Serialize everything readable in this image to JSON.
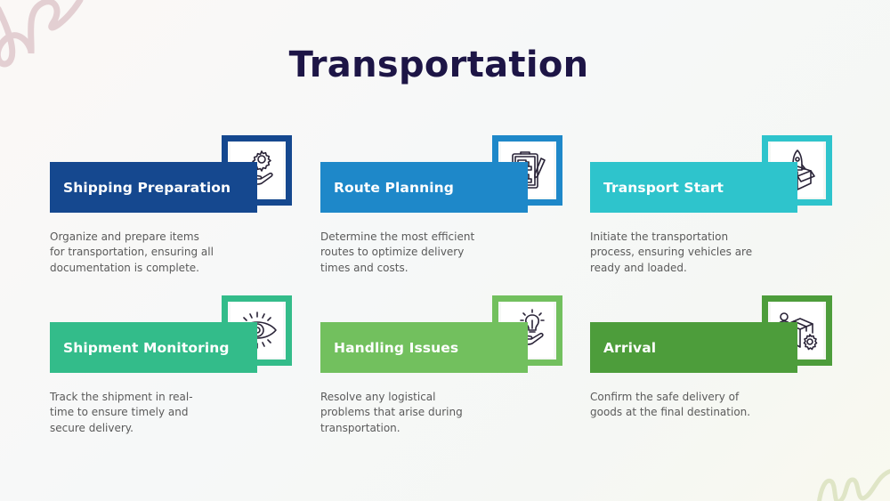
{
  "title": "Transportation",
  "colors": {
    "title": "#1d1546",
    "description_text": "#5a5a5a",
    "deco_top_left": "#e3cfd2",
    "deco_bottom_right": "#dfe5c6"
  },
  "steps": [
    {
      "title": "Shipping Preparation",
      "description": "Organize and prepare items for transportation, ensuring all documentation is complete.",
      "icon": "hand-gear-icon",
      "color": "#15488f"
    },
    {
      "title": "Route Planning",
      "description": "Determine the most efficient routes to optimize delivery times and costs.",
      "icon": "clipboard-flowchart-icon",
      "color": "#1e88c9"
    },
    {
      "title": "Transport Start",
      "description": "Initiate the transportation process, ensuring vehicles are ready and loaded.",
      "icon": "rocket-box-icon",
      "color": "#2ec4cc"
    },
    {
      "title": "Shipment Monitoring",
      "description": "Track the shipment in real-time to ensure timely and secure delivery.",
      "icon": "eye-icon",
      "color": "#33bc8a"
    },
    {
      "title": "Handling Issues",
      "description": "Resolve any logistical problems that arise during transportation.",
      "icon": "hand-lightbulb-icon",
      "color": "#72c05e"
    },
    {
      "title": "Arrival",
      "description": "Confirm the safe delivery of goods at the final destination.",
      "icon": "person-box-gear-icon",
      "color": "#4d9d3b"
    }
  ]
}
